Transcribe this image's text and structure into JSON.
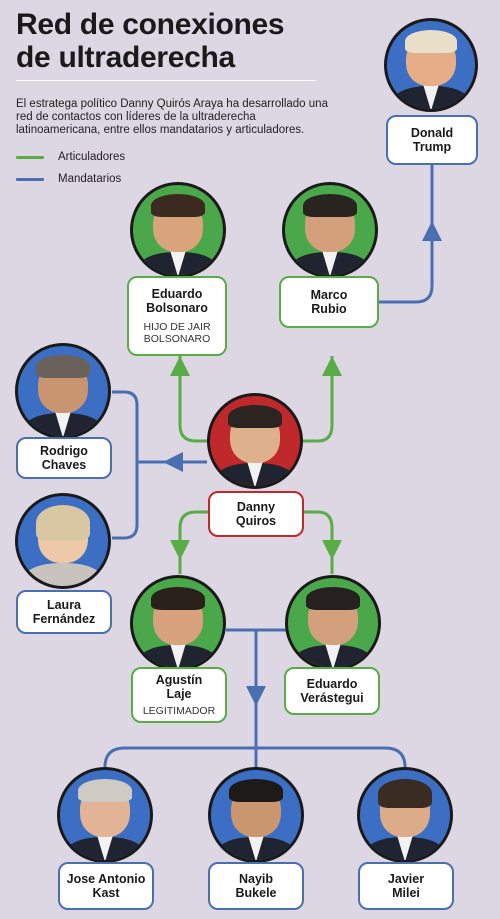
{
  "title_line1": "Red de conexiones",
  "title_line2": "de ultraderecha",
  "intro": "El estratega político Danny Quirós Araya ha desarrollado una red de contactos con líderes de la ultraderecha latinoamericana, entre ellos mandatarios y articuladores.",
  "legend": [
    {
      "label": "Articuladores",
      "color": "#59ac46"
    },
    {
      "label": "Mandatarios",
      "color": "#4a6fb0"
    }
  ],
  "colors": {
    "articulador": "#59ac46",
    "mandatario": "#4a6fb0",
    "center": "#c0292b"
  },
  "people": {
    "trump": {
      "name_line1": "Donald",
      "name_line2": "Trump",
      "group": "mandatario"
    },
    "bolsonaro": {
      "name_line1": "Eduardo",
      "name_line2": "Bolsonaro",
      "role_line1": "HIJO DE JAIR",
      "role_line2": "BOLSONARO",
      "group": "articulador"
    },
    "rubio": {
      "name_line1": "Marco",
      "name_line2": "Rubio",
      "group": "articulador"
    },
    "chaves": {
      "name_line1": "Rodrigo",
      "name_line2": "Chaves",
      "group": "mandatario"
    },
    "quiros": {
      "name_line1": "Danny",
      "name_line2": "Quiros",
      "group": "center"
    },
    "fernandez": {
      "name_line1": "Laura",
      "name_line2": "Fernández",
      "group": "mandatario"
    },
    "laje": {
      "name_line1": "Agustín",
      "name_line2": "Laje",
      "role_line1": "LEGITIMADOR",
      "group": "articulador"
    },
    "verastegui": {
      "name_line1": "Eduardo",
      "name_line2": "Verástegui",
      "group": "articulador"
    },
    "kast": {
      "name_line1": "Jose Antonio",
      "name_line2": "Kast",
      "group": "mandatario"
    },
    "bukele": {
      "name_line1": "Nayib",
      "name_line2": "Bukele",
      "group": "mandatario"
    },
    "milei": {
      "name_line1": "Javier",
      "name_line2": "Milei",
      "group": "mandatario"
    }
  }
}
